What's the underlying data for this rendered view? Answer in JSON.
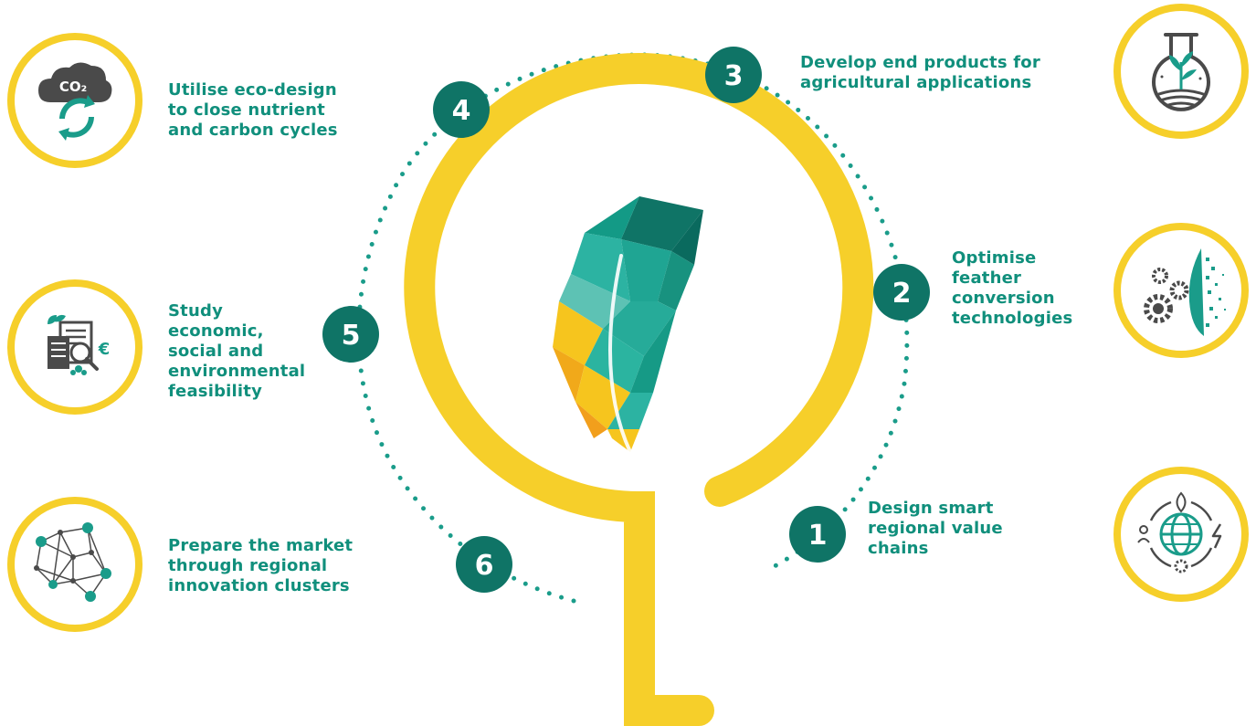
{
  "colors": {
    "teal_dark": "#0f7466",
    "teal_text": "#108f7c",
    "teal_dots": "#1a9c8a",
    "yellow": "#f6cf2a",
    "icon_gray": "#4a4a4a"
  },
  "steps": [
    {
      "number": "1",
      "label": "Design smart\nregional value\nchains",
      "icon": "globe-sustainability-icon"
    },
    {
      "number": "2",
      "label": "Optimise\nfeather\nconversion\ntechnologies",
      "icon": "gears-feather-icon"
    },
    {
      "number": "3",
      "label": "Develop end products for\nagricultural applications",
      "icon": "flask-plant-icon"
    },
    {
      "number": "4",
      "label": "Utilise eco-design\nto close nutrient\nand carbon cycles",
      "icon": "co2-cycle-icon"
    },
    {
      "number": "5",
      "label": "Study\neconomic,\nsocial and\nenvironmental\nfeasibility",
      "icon": "feasibility-document-icon"
    },
    {
      "number": "6",
      "label": "Prepare the market\nthrough regional\ninnovation clusters",
      "icon": "network-cluster-icon"
    }
  ],
  "icon_text": {
    "co2": "CO₂",
    "euro": "€"
  }
}
